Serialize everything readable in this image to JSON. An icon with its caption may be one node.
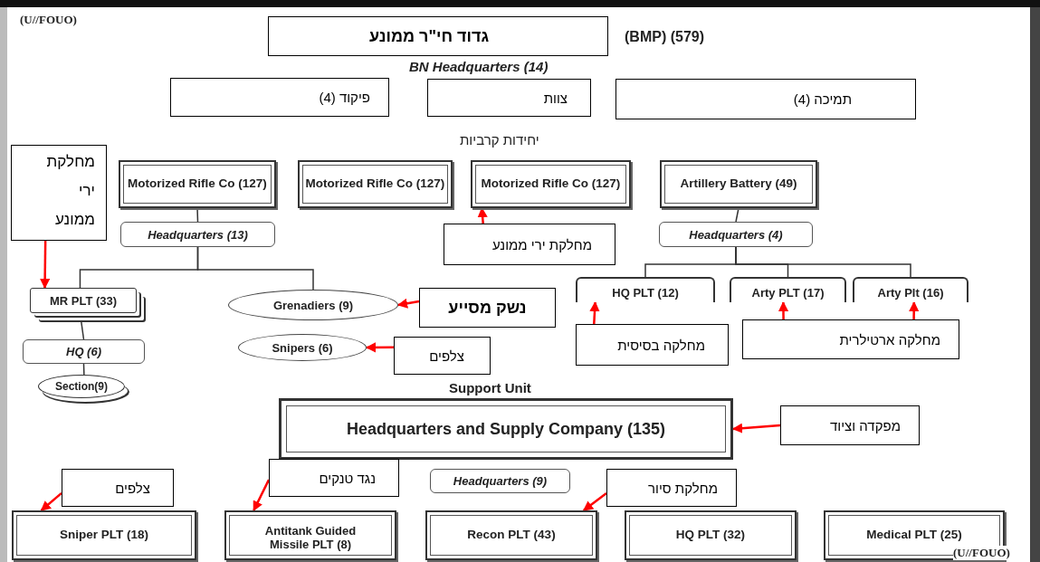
{
  "diagram": {
    "nodes": [
      {
        "text": [
          "גדוד חי\"ר ממונע"
        ]
      },
      {
        "text": [
          "פיקוד (4)"
        ]
      },
      {
        "text": [
          "צוות"
        ]
      },
      {
        "text": [
          "תמיכה (4)"
        ]
      },
      {
        "text": [
          "Motorized Rifle Co (127)"
        ]
      },
      {
        "text": [
          "Motorized Rifle Co (127)"
        ]
      },
      {
        "text": [
          "Motorized Rifle Co (127)"
        ]
      },
      {
        "text": [
          "Artillery Battery (49)"
        ]
      },
      {
        "text": [
          "Headquarters (13)"
        ]
      },
      {
        "text": [
          "Headquarters (4)"
        ]
      },
      {
        "text": [
          "MR PLT (33)"
        ]
      },
      {
        "text": [
          "Grenadiers (9)"
        ]
      },
      {
        "text": [
          "Snipers (6)"
        ]
      },
      {
        "text": [
          "HQ (6)"
        ]
      },
      {
        "text": [
          "Section(9)"
        ]
      },
      {
        "text": [
          "HQ PLT (12)"
        ]
      },
      {
        "text": [
          "Arty PLT (17)"
        ]
      },
      {
        "text": [
          "Arty Plt (16)"
        ]
      },
      {
        "text": [
          "מחלקת ירי ממונע"
        ]
      },
      {
        "text": [
          "מחלקת ירי ממונע"
        ]
      },
      {
        "text": [
          "נשק מסייע"
        ]
      },
      {
        "text": [
          "צלפים"
        ]
      },
      {
        "text": [
          "מחלקה בסיסית"
        ]
      },
      {
        "text": [
          "מחלקה ארטילרית"
        ]
      },
      {
        "text": [
          "Headquarters and Supply Company (135)"
        ]
      },
      {
        "text": [
          "מפקדה וציוד"
        ]
      },
      {
        "text": [
          "Headquarters (9)"
        ]
      },
      {
        "text": [
          "צלפים"
        ]
      },
      {
        "text": [
          "נגד טנקים"
        ]
      },
      {
        "text": [
          "מחלקת סיור"
        ]
      },
      {
        "text": [
          "Sniper PLT (18)"
        ]
      },
      {
        "text": [
          "Antitank Guided Missile PLT (8)"
        ]
      },
      {
        "text": [
          "Recon PLT (43)"
        ]
      },
      {
        "text": [
          "HQ PLT (32)"
        ]
      },
      {
        "text": [
          "Medical PLT (25)"
        ]
      }
    ],
    "edges": [
      {
        "from": 4,
        "to": 8,
        "arrow": "none",
        "color": "#333333"
      },
      {
        "from": 8,
        "to": 10,
        "arrow": "none",
        "color": "#333333"
      },
      {
        "from": 8,
        "to": 11,
        "arrow": "none",
        "color": "#333333"
      },
      {
        "from": 10,
        "to": 13,
        "arrow": "none",
        "color": "#333333"
      },
      {
        "from": 13,
        "to": 14,
        "arrow": "none",
        "color": "#333333"
      },
      {
        "from": 7,
        "to": 9,
        "arrow": "none",
        "color": "#333333"
      },
      {
        "from": 9,
        "to": 15,
        "arrow": "none",
        "color": "#333333"
      },
      {
        "from": 9,
        "to": 16,
        "arrow": "none",
        "color": "#333333"
      },
      {
        "from": 9,
        "to": 17,
        "arrow": "none",
        "color": "#333333"
      },
      {
        "from": 18,
        "to": 10,
        "arrow": "to",
        "color": "#ff0000"
      },
      {
        "from": 19,
        "to": 6,
        "arrow": "to",
        "color": "#ff0000"
      },
      {
        "from": 20,
        "to": 11,
        "arrow": "to",
        "color": "#ff0000"
      },
      {
        "from": 21,
        "to": 12,
        "arrow": "to",
        "color": "#ff0000"
      },
      {
        "from": 22,
        "to": 15,
        "arrow": "to",
        "color": "#ff0000"
      },
      {
        "from": 23,
        "to": 16,
        "arrow": "to",
        "color": "#ff0000"
      },
      {
        "from": 23,
        "to": 17,
        "arrow": "to",
        "color": "#ff0000"
      },
      {
        "from": 25,
        "to": 24,
        "arrow": "to",
        "color": "#ff0000"
      },
      {
        "from": 27,
        "to": 30,
        "arrow": "to",
        "color": "#ff0000"
      },
      {
        "from": 28,
        "to": 31,
        "arrow": "to",
        "color": "#ff0000"
      },
      {
        "from": 29,
        "to": 32,
        "arrow": "to",
        "color": "#ff0000"
      }
    ],
    "labels": [
      "(U//FOUO)",
      "(BMP) (579)",
      "BN Headquarters (14)",
      "יחידות קרביות",
      "Support Unit",
      "(U//FOUO)"
    ]
  }
}
